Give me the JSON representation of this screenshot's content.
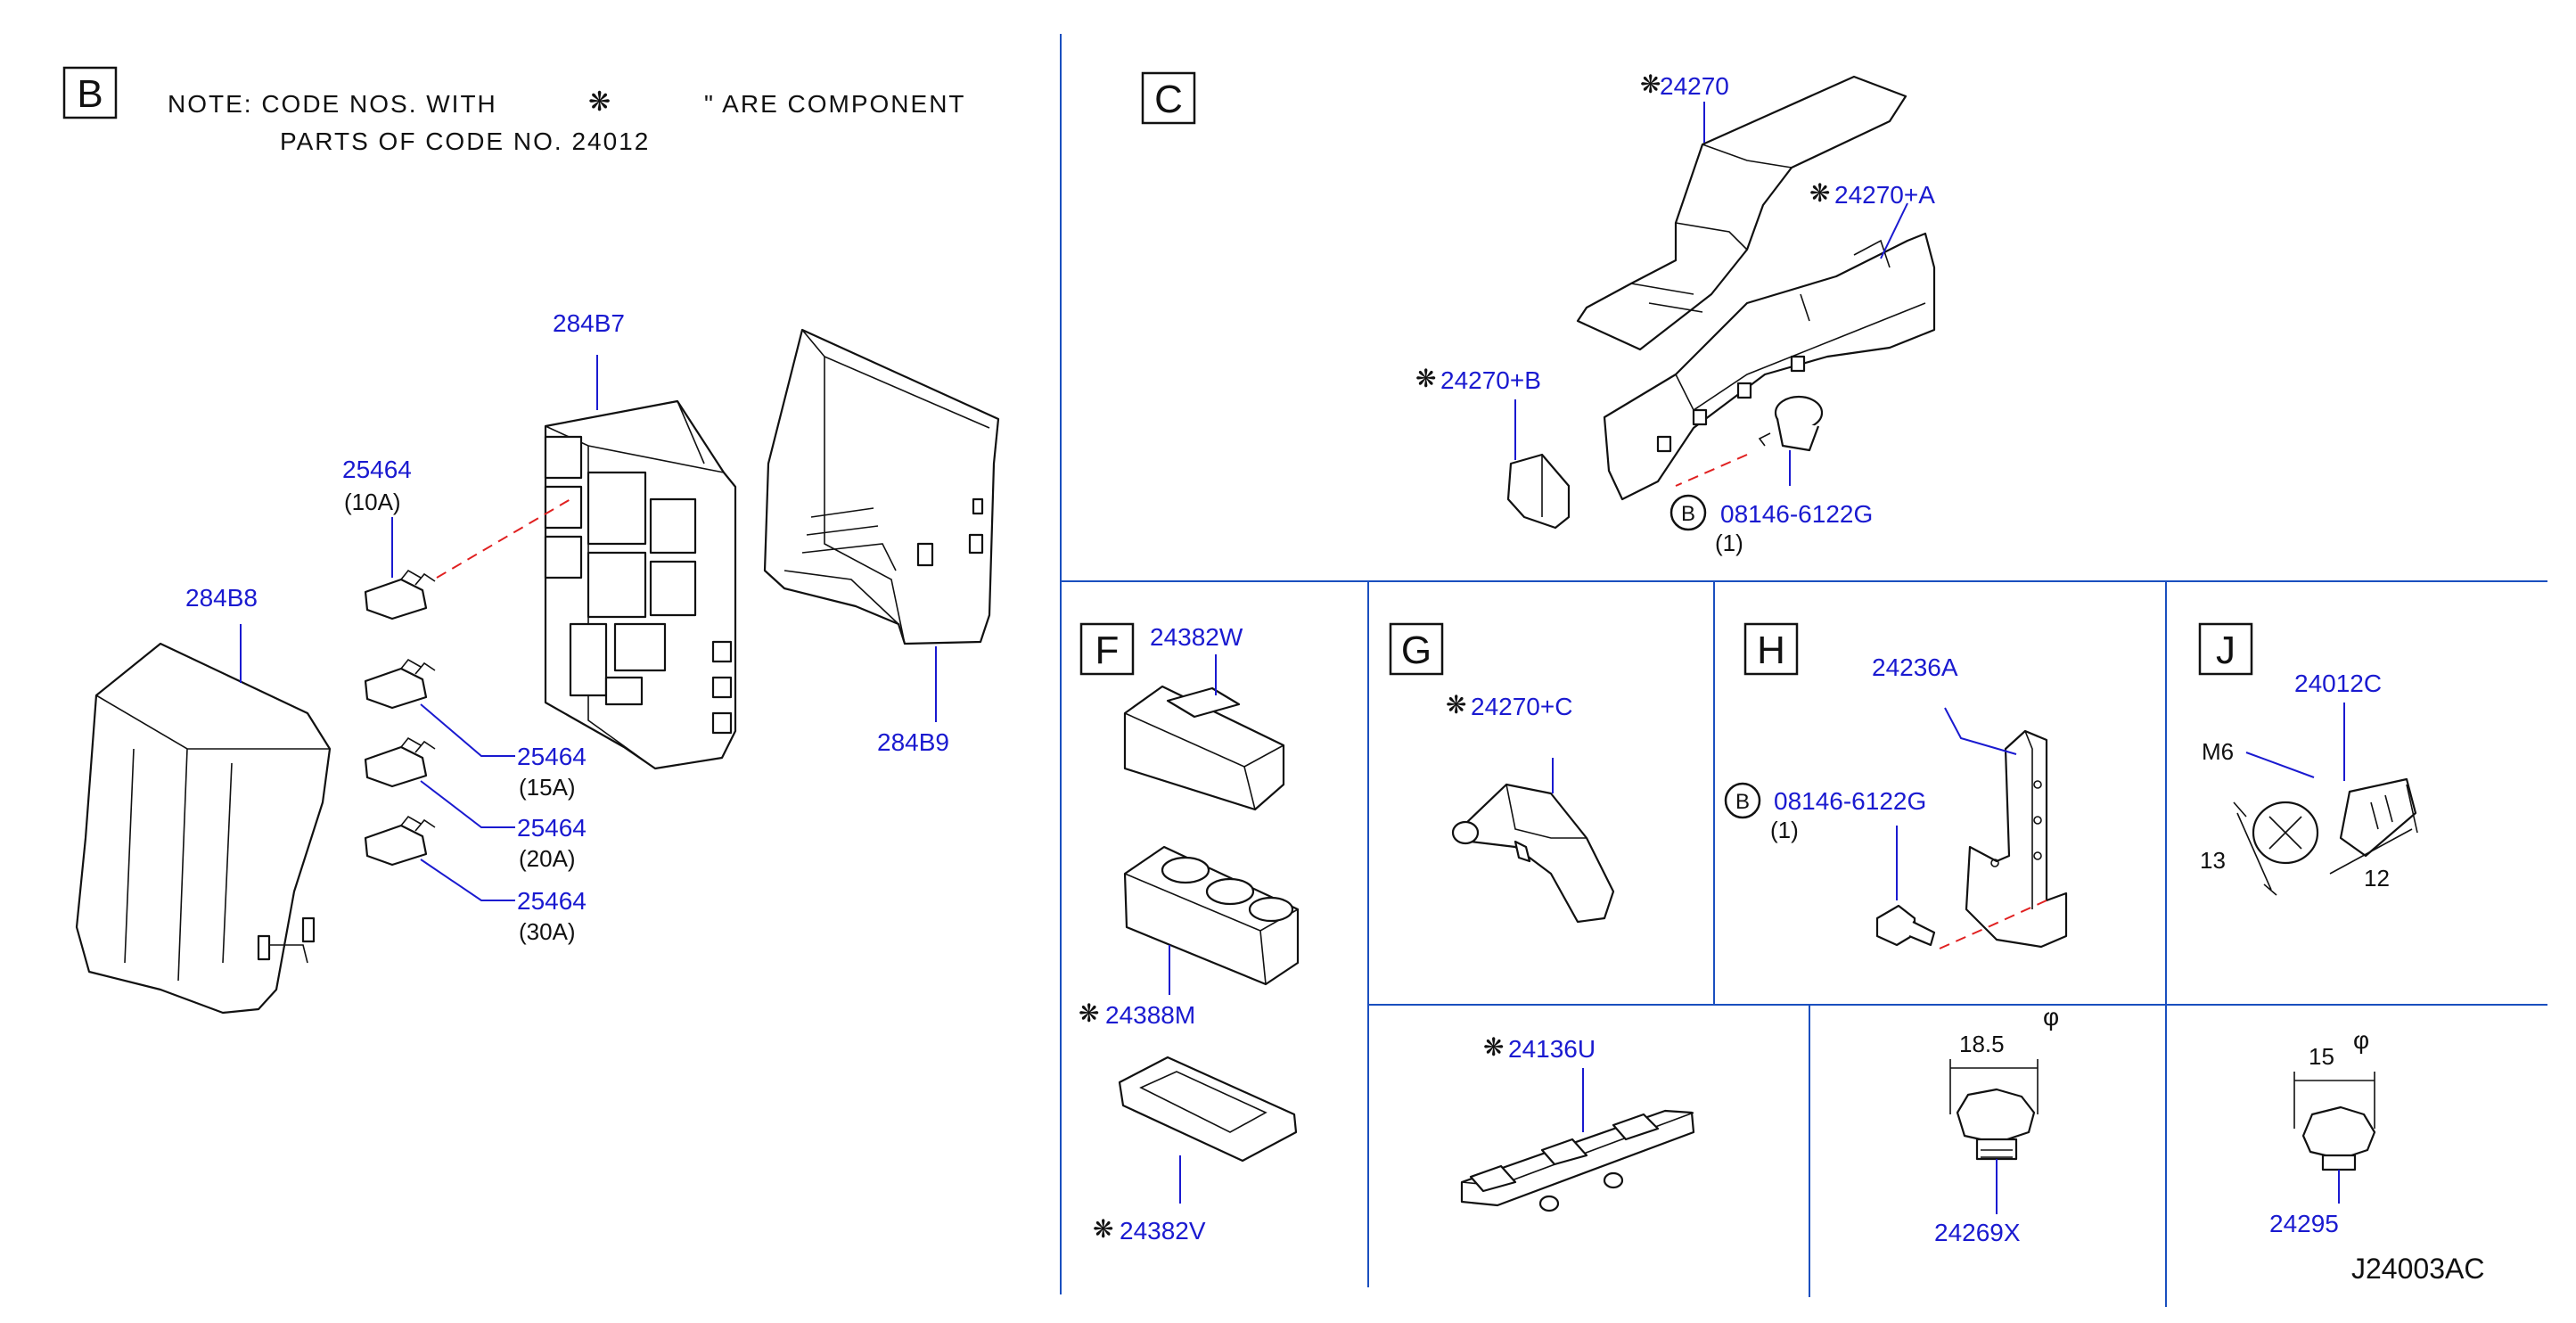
{
  "sections": {
    "b": "B",
    "c": "C",
    "f": "F",
    "g": "G",
    "h": "H",
    "j": "J"
  },
  "note": {
    "line1_a": "NOTE:  CODE  NOS.  WITH",
    "symbol": "❋",
    "line1_b": "\"  ARE  COMPONENT",
    "line2": "PARTS  OF  CODE  NO.  24012"
  },
  "parts": {
    "p284b7": "284B7",
    "p284b8": "284B8",
    "p284b9": "284B9",
    "fuse1": "25464",
    "fuse1_rating": "(10A)",
    "fuse2": "25464",
    "fuse2_rating": "(15A)",
    "fuse3": "25464",
    "fuse3_rating": "(20A)",
    "fuse4": "25464",
    "fuse4_rating": "(30A)",
    "p24270": "24270",
    "p24270a": "24270+A",
    "p24270b": "24270+B",
    "bolt_c": "08146-6122G",
    "bolt_c_qty": "(1)",
    "bolt_c_mark": "B",
    "p24382w": "24382W",
    "p24388m": "24388M",
    "p24382v": "24382V",
    "p24270c": "24270+C",
    "p24236a": "24236A",
    "bolt_h": "08146-6122G",
    "bolt_h_qty": "(1)",
    "bolt_h_mark": "B",
    "p24012c": "24012C",
    "m6": "M6",
    "dim13": "13",
    "dim12": "12",
    "p24136u": "24136U",
    "dim185": "18.5",
    "phi1": "φ",
    "p24269x": "24269X",
    "dim15": "15",
    "phi2": "φ",
    "p24295": "24295"
  },
  "diagram_id": "J24003AC"
}
